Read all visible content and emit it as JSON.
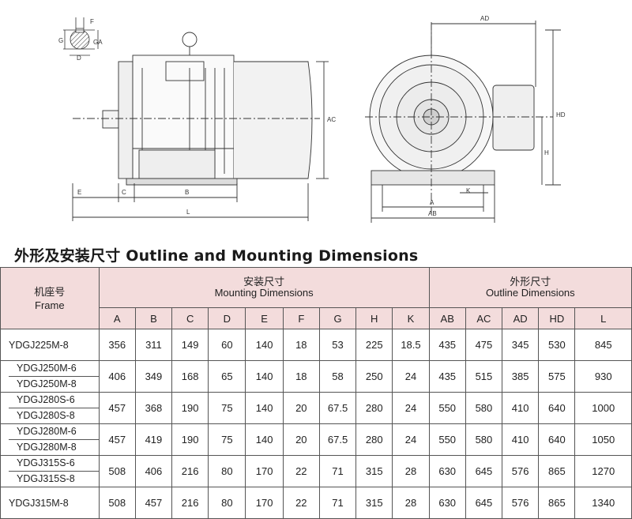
{
  "drawing": {
    "side_view_labels": {
      "e": "E",
      "c": "C",
      "b": "B",
      "l": "L",
      "ac": "AC",
      "f": "F",
      "g": "G",
      "ga": "GA",
      "d": "D"
    },
    "end_view_labels": {
      "ad": "AD",
      "hd": "HD",
      "h": "H",
      "k": "K",
      "a": "A",
      "ab": "AB"
    }
  },
  "title": "外形及安装尺寸 Outline and Mounting Dimensions",
  "table": {
    "frame_header_cn": "机座号",
    "frame_header_en": "Frame",
    "mounting_header_cn": "安装尺寸",
    "mounting_header_en": "Mounting Dimensions",
    "outline_header_cn": "外形尺寸",
    "outline_header_en": "Outline Dimensions",
    "columns": [
      "A",
      "B",
      "C",
      "D",
      "E",
      "F",
      "G",
      "H",
      "K",
      "AB",
      "AC",
      "AD",
      "HD",
      "L"
    ],
    "rows": [
      {
        "frames": [
          "YDGJ225M-8"
        ],
        "values": [
          "356",
          "311",
          "149",
          "60",
          "140",
          "18",
          "53",
          "225",
          "18.5",
          "435",
          "475",
          "345",
          "530",
          "845"
        ]
      },
      {
        "frames": [
          "YDGJ250M-6",
          "YDGJ250M-8"
        ],
        "values": [
          "406",
          "349",
          "168",
          "65",
          "140",
          "18",
          "58",
          "250",
          "24",
          "435",
          "515",
          "385",
          "575",
          "930"
        ]
      },
      {
        "frames": [
          "YDGJ280S-6",
          "YDGJ280S-8"
        ],
        "values": [
          "457",
          "368",
          "190",
          "75",
          "140",
          "20",
          "67.5",
          "280",
          "24",
          "550",
          "580",
          "410",
          "640",
          "1000"
        ]
      },
      {
        "frames": [
          "YDGJ280M-6",
          "YDGJ280M-8"
        ],
        "values": [
          "457",
          "419",
          "190",
          "75",
          "140",
          "20",
          "67.5",
          "280",
          "24",
          "550",
          "580",
          "410",
          "640",
          "1050"
        ]
      },
      {
        "frames": [
          "YDGJ315S-6",
          "YDGJ315S-8"
        ],
        "values": [
          "508",
          "406",
          "216",
          "80",
          "170",
          "22",
          "71",
          "315",
          "28",
          "630",
          "645",
          "576",
          "865",
          "1270"
        ]
      },
      {
        "frames": [
          "YDGJ315M-8"
        ],
        "values": [
          "508",
          "457",
          "216",
          "80",
          "170",
          "22",
          "71",
          "315",
          "28",
          "630",
          "645",
          "576",
          "865",
          "1340"
        ]
      }
    ]
  }
}
